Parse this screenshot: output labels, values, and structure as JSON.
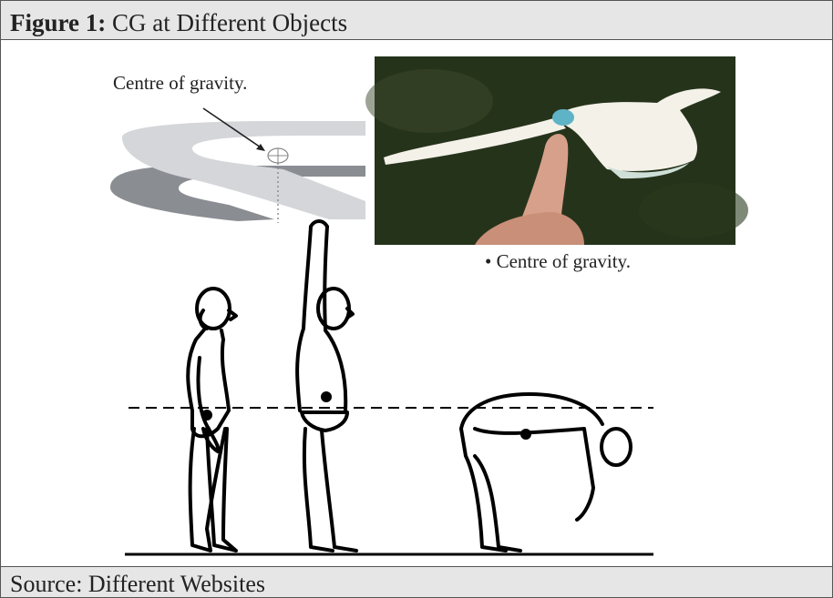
{
  "figure": {
    "title_bold": "Figure 1:",
    "title_rest": " CG at Different Objects",
    "source": "Source: Different Websites"
  },
  "labels": {
    "fork_cg": "Centre of gravity.",
    "bird_cg": "• Centre of gravity."
  },
  "colors": {
    "header_bg": "#e6e6e6",
    "border": "#555555",
    "photo_bg": "#1f2a17",
    "bird": "#f3f1e8",
    "finger": "#d7a08a",
    "fork_light": "#d4d6d9",
    "fork_dark": "#8a8d92"
  }
}
